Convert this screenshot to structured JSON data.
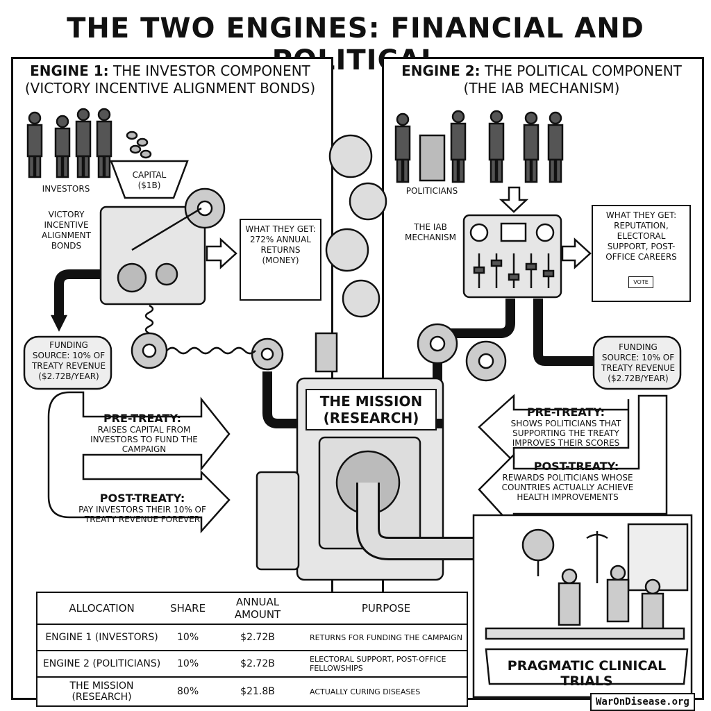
{
  "title": "THE TWO ENGINES: FINANCIAL AND POLITICAL",
  "engine1": {
    "heading_bold": "ENGINE 1:",
    "heading_rest": "THE INVESTOR COMPONENT",
    "subheading": "(VICTORY INCENTIVE ALIGNMENT BONDS)",
    "investors_label": "INVESTORS",
    "capital_label": "CAPITAL ($1B)",
    "bonds_label": "VICTORY INCENTIVE ALIGNMENT BONDS",
    "get_box": "WHAT THEY GET: 272% ANNUAL RETURNS (MONEY)",
    "funding": "FUNDING SOURCE: 10% OF TREATY REVENUE ($2.72B/YEAR)",
    "pre_title": "PRE-TREATY:",
    "pre_text": "RAISES CAPITAL FROM INVESTORS TO FUND THE CAMPAIGN",
    "post_title": "POST-TREATY:",
    "post_text": "PAY INVESTORS THEIR 10% OF TREATY REVENUE FOREVER"
  },
  "engine2": {
    "heading_bold": "ENGINE 2:",
    "heading_rest": "THE POLITICAL COMPONENT",
    "subheading": "(THE IAB MECHANISM)",
    "politicians_label": "POLITICIANS",
    "iab_label": "THE IAB MECHANISM",
    "get_box": "WHAT THEY GET: REPUTATION, ELECTORAL SUPPORT, POST-OFFICE CAREERS",
    "vote_label": "VOTE",
    "funding": "FUNDING SOURCE: 10% OF TREATY REVENUE ($2.72B/YEAR)",
    "pre_title": "PRE-TREATY:",
    "pre_text": "SHOWS POLITICIANS THAT SUPPORTING THE TREATY IMPROVES THEIR SCORES",
    "post_title": "POST-TREATY:",
    "post_text": "REWARDS POLITICIANS WHOSE COUNTRIES ACTUALLY ACHIEVE HEALTH IMPROVEMENTS"
  },
  "mission": {
    "line1": "THE MISSION",
    "line2": "(RESEARCH)"
  },
  "table": {
    "headers": [
      "ALLOCATION",
      "SHARE",
      "ANNUAL AMOUNT",
      "PURPOSE"
    ],
    "rows": [
      {
        "allocation": "ENGINE 1 (INVESTORS)",
        "share": "10%",
        "amount": "$2.72B",
        "purpose": "RETURNS FOR FUNDING THE CAMPAIGN"
      },
      {
        "allocation": "ENGINE 2 (POLITICIANS)",
        "share": "10%",
        "amount": "$2.72B",
        "purpose": "ELECTORAL SUPPORT, POST-OFFICE FELLOWSHIPS"
      },
      {
        "allocation": "THE MISSION (RESEARCH)",
        "share": "80%",
        "amount": "$21.8B",
        "purpose": "ACTUALLY CURING DISEASES"
      }
    ]
  },
  "trials_banner": "PRAGMATIC CLINICAL TRIALS",
  "watermark": "WarOnDisease.org"
}
